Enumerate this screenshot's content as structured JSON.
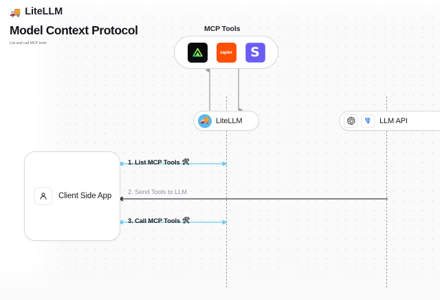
{
  "header": {
    "brand_icon": "truck-icon",
    "brand_icon_glyph": "🚚",
    "brand_name": "LiteLLM",
    "title": "Model Context Protocol",
    "subtitle": "List and call MCP tools"
  },
  "canvas": {
    "background_color": "#fafafa",
    "dot_color": "#e3e4e6"
  },
  "nodes": {
    "mcp_tools": {
      "label": "MCP Tools",
      "tools": [
        {
          "name": "tool-chip-dark-triangle",
          "kind": "logo",
          "bg": "#0b0b0d",
          "text": ""
        },
        {
          "name": "tool-chip-zapier",
          "kind": "wordmark",
          "bg": "#ff4f00",
          "text": "zapier"
        },
        {
          "name": "tool-chip-slack-s",
          "kind": "letter",
          "bg": "#6b5cf6",
          "text": "S"
        }
      ]
    },
    "litellm": {
      "label": "LiteLLM",
      "avatar_icon": "litellm-truck-avatar-icon",
      "avatar_glyph": "🚚",
      "avatar_color": "#5bb8ef"
    },
    "llm_api": {
      "label": "LLM API",
      "providers": [
        {
          "name": "openai-logo-icon"
        },
        {
          "name": "anthropic-vertex-logo-icon"
        }
      ]
    },
    "client_app": {
      "label": "Client Side App",
      "icon": "person-icon"
    }
  },
  "messages": [
    {
      "id": "msg-1",
      "label": "1. List MCP Tools",
      "emoji": "🛠",
      "emoji_name": "hammer-and-wrench-icon",
      "color": "#6ec8f0",
      "direction": "bidirectional",
      "from": "client-app",
      "to": "litellm"
    },
    {
      "id": "msg-2",
      "label": "2. Send Tools to LLM",
      "emoji": "",
      "emoji_name": "",
      "color": "#3a3f46",
      "direction": "left",
      "from": "llm-api",
      "to": "client-app"
    },
    {
      "id": "msg-3",
      "label": "3. Call MCP Tools",
      "emoji": "🛠",
      "emoji_name": "hammer-and-wrench-icon",
      "color": "#6ec8f0",
      "direction": "bidirectional",
      "from": "client-app",
      "to": "litellm"
    }
  ],
  "vertical_flows": [
    {
      "name": "litellm-to-mcp-up-arrow",
      "direction": "up",
      "color": "#9aa0a6"
    },
    {
      "name": "mcp-to-litellm-down-arrow",
      "direction": "down",
      "color": "#9aa0a6"
    }
  ]
}
